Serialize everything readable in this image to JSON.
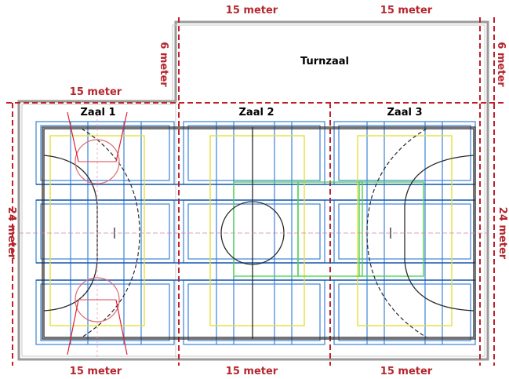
{
  "labels": {
    "turnzaal": "Turnzaal",
    "zaal1": "Zaal 1",
    "zaal2": "Zaal 2",
    "zaal3": "Zaal 3"
  },
  "dimensions": {
    "top_left": "15 meter",
    "top_right": "15 meter",
    "zaal1_width": "15 meter",
    "bottom_1": "15 meter",
    "bottom_2": "15 meter",
    "bottom_3": "15 meter",
    "left_height": "24 meter",
    "right_height": "24 meter",
    "turnzaal_left": "6 meter",
    "turnzaal_right": "6 meter"
  },
  "colors": {
    "dimension": "#b5262e",
    "walls": "#9a9a9a",
    "badminton": "#3b83d8",
    "volleyball": "#e4e03a",
    "basketball_key": "#4fd24f",
    "handball": "#2a2a2a"
  }
}
